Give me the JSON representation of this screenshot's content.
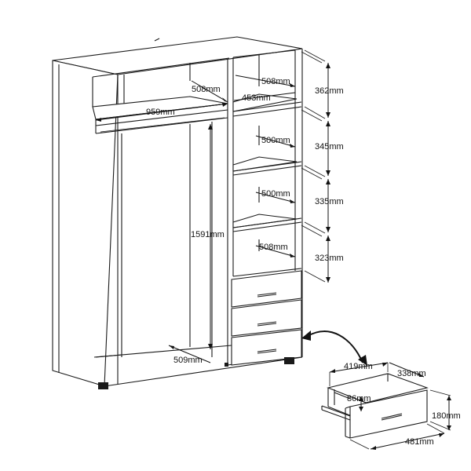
{
  "dimensions": {
    "top_inner_depth": "508mm",
    "top_right_depth": "508mm",
    "right_width": "453mm",
    "hanging_width": "959mm",
    "shelf_depth_1": "500mm",
    "shelf_depth_2": "500mm",
    "shelf_depth_3": "508mm",
    "hanging_height": "1591mm",
    "bottom_depth": "509mm",
    "compartment_1": "362mm",
    "compartment_2": "345mm",
    "compartment_3": "335mm",
    "compartment_4": "323mm",
    "drawer_inner_width": "419mm",
    "drawer_inner_depth": "338mm",
    "drawer_inner_height": "86mm",
    "drawer_front_height": "180mm",
    "drawer_front_width": "481mm"
  }
}
